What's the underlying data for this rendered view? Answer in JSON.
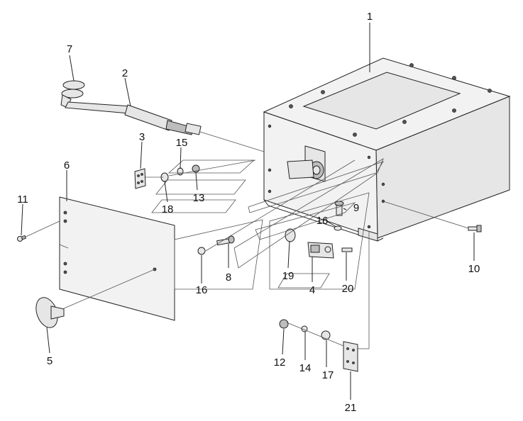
{
  "callouts": [
    {
      "id": "c1",
      "label": "1"
    },
    {
      "id": "c2",
      "label": "2"
    },
    {
      "id": "c3",
      "label": "3"
    },
    {
      "id": "c4",
      "label": "4"
    },
    {
      "id": "c5",
      "label": "5"
    },
    {
      "id": "c6",
      "label": "6"
    },
    {
      "id": "c7",
      "label": "7"
    },
    {
      "id": "c8",
      "label": "8"
    },
    {
      "id": "c9",
      "label": "9"
    },
    {
      "id": "c10",
      "label": "10"
    },
    {
      "id": "c11",
      "label": "11"
    },
    {
      "id": "c12",
      "label": "12"
    },
    {
      "id": "c13",
      "label": "13"
    },
    {
      "id": "c14",
      "label": "14"
    },
    {
      "id": "c15",
      "label": "15"
    },
    {
      "id": "c16a",
      "label": "16"
    },
    {
      "id": "c16b",
      "label": "16"
    },
    {
      "id": "c17",
      "label": "17"
    },
    {
      "id": "c18",
      "label": "18"
    },
    {
      "id": "c19",
      "label": "19"
    },
    {
      "id": "c20",
      "label": "20"
    },
    {
      "id": "c21",
      "label": "21"
    }
  ]
}
